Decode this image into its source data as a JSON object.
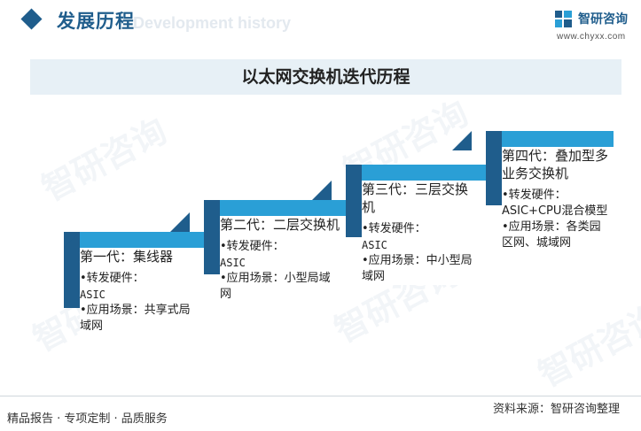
{
  "header": {
    "title": "发展历程",
    "title_en": "Development history"
  },
  "logo": {
    "name": "智研咨询",
    "url": "www.chyxx.com"
  },
  "banner": {
    "title": "以太网交换机迭代历程"
  },
  "watermark": "智研咨询",
  "stages": [
    {
      "title": "第一代：集线器",
      "hardware_label": "•转发硬件：",
      "hardware_value": "ASIC",
      "scene_label": "•应用场景：共享式局域网"
    },
    {
      "title": "第二代：二层交换机",
      "hardware_label": "•转发硬件：",
      "hardware_value": "ASIC",
      "scene_label": "•应用场景：小型局域网"
    },
    {
      "title": "第三代：三层交换机",
      "hardware_label": "•转发硬件：",
      "hardware_value": "ASIC",
      "scene_label": "•应用场景：中小型局域网"
    },
    {
      "title": "第四代：叠加型多业务交换机",
      "hardware_label": "•转发硬件：",
      "hardware_value": "ASIC+CPU混合模型",
      "scene_label": "•应用场景：各类园区网、城域网"
    }
  ],
  "footer": {
    "left": "精品报告 · 专项定制 · 品质服务",
    "right": "资料来源：智研咨询整理"
  },
  "colors": {
    "dark_blue": "#1f5d8c",
    "light_blue": "#2a9fd6",
    "banner_bg": "#e7f0f6"
  }
}
